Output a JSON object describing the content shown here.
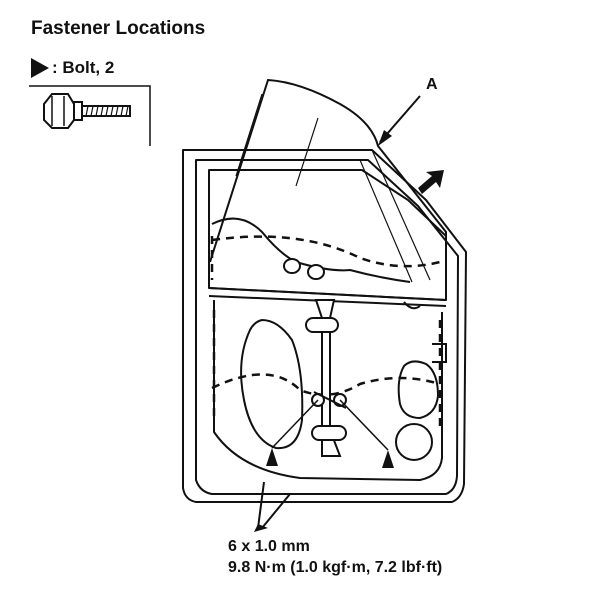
{
  "header": {
    "title": "Fastener Locations"
  },
  "legend": {
    "label": ": Bolt, 2",
    "bolt_icon": "bolt-icon",
    "marker_icon": "triangle-marker-icon"
  },
  "callouts": {
    "a": "A"
  },
  "spec": {
    "size": "6 x 1.0 mm",
    "torque": "9.8 N·m (1.0 kgf·m, 7.2 lbf·ft)"
  },
  "colors": {
    "ink": "#111111",
    "paper": "#ffffff"
  }
}
